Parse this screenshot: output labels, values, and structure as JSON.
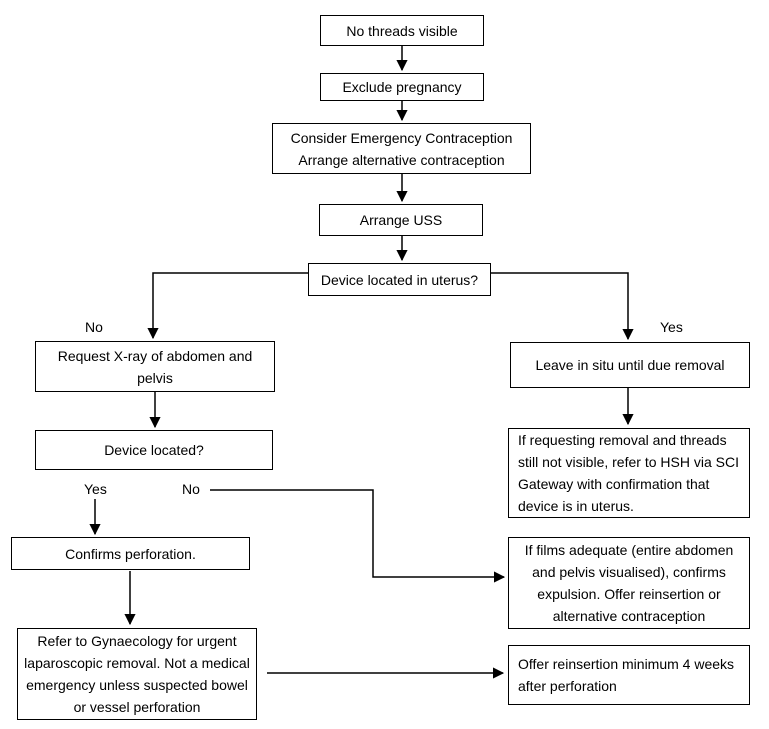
{
  "diagram": {
    "type": "flowchart",
    "topic": "No threads visible (IUD) management pathway"
  },
  "colors": {
    "background": "#ffffff",
    "box_fill": "#ffffff",
    "box_border": "#000000",
    "line": "#000000",
    "text": "#000000"
  },
  "nodes": {
    "no_threads": {
      "text": "No threads visible"
    },
    "exclude_pregnancy": {
      "text": "Exclude pregnancy"
    },
    "consider_ec": {
      "lines": [
        "Consider Emergency Contraception",
        "Arrange alternative contraception"
      ]
    },
    "arrange_uss": {
      "text": "Arrange USS"
    },
    "device_in_uterus": {
      "text": "Device located in uterus?"
    },
    "request_xray": {
      "lines": [
        "Request X-ray of abdomen and",
        "pelvis"
      ]
    },
    "device_located": {
      "text": "Device located?"
    },
    "confirms_perforation": {
      "text": "Confirms perforation."
    },
    "refer_gynaecology": {
      "lines": [
        "Refer to Gynaecology for urgent",
        "laparoscopic removal. Not a medical",
        "emergency unless suspected bowel",
        "or vessel perforation"
      ]
    },
    "leave_in_situ": {
      "text": "Leave in situ until due removal"
    },
    "refer_hsh": {
      "lines": [
        "If requesting removal and threads",
        "still not visible, refer to HSH via SCI",
        "Gateway with confirmation that",
        "device is in uterus."
      ]
    },
    "confirms_expulsion": {
      "lines": [
        "If films adequate (entire abdomen",
        "and pelvis visualised), confirms",
        "expulsion. Offer reinsertion or",
        "alternative contraception"
      ]
    },
    "offer_reinsertion": {
      "lines": [
        "Offer reinsertion minimum 4 weeks",
        "after perforation"
      ]
    }
  },
  "branch_labels": {
    "uterus_no": "No",
    "uterus_yes": "Yes",
    "located_yes": "Yes",
    "located_no": "No"
  }
}
